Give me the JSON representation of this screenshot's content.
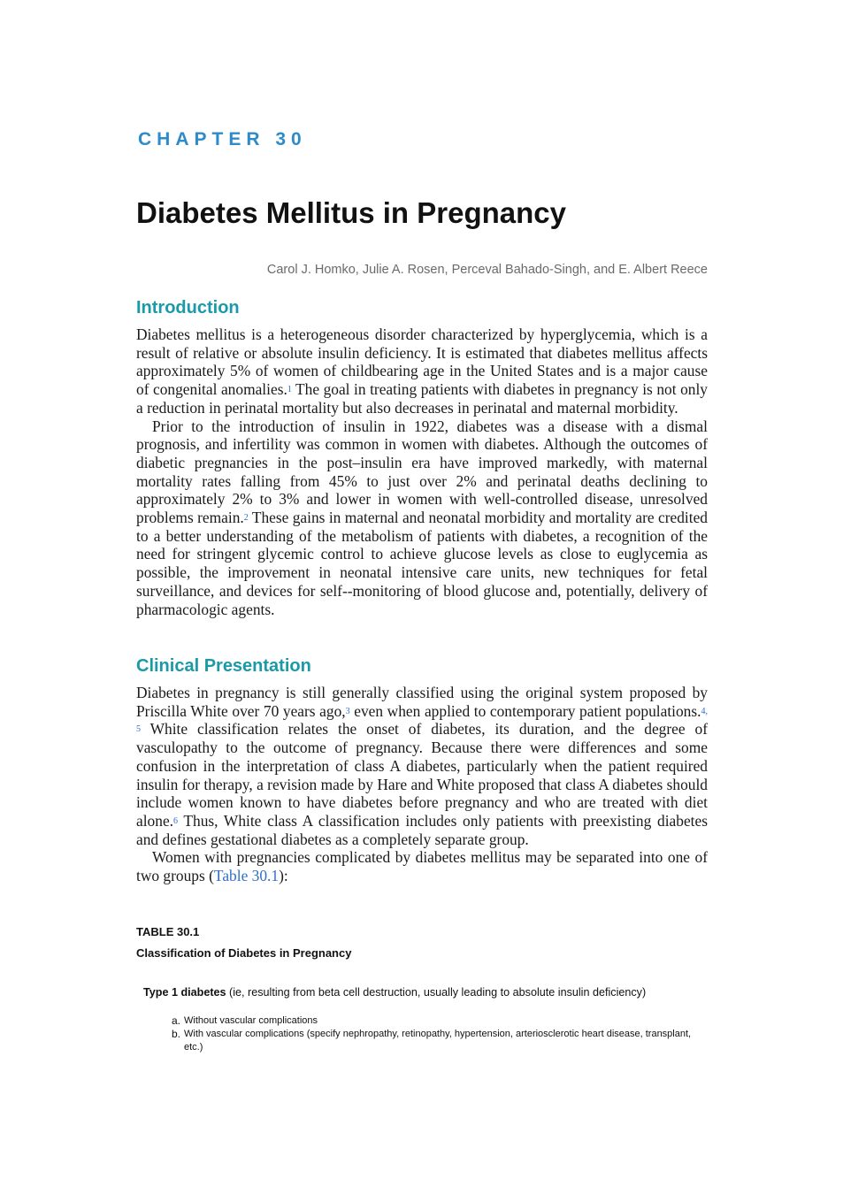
{
  "chapter": {
    "label": "CHAPTER 30",
    "title": "Diabetes Mellitus in Pregnancy",
    "authors": "Carol J. Homko, Julie A. Rosen, Perceval Bahado-Singh, and E. Albert Reece"
  },
  "introduction": {
    "heading": "Introduction",
    "p1": {
      "a": "Diabetes mellitus is a heterogeneous disorder characterized by hyperglycemia, which is a result of relative or absolute insulin deficiency. It is estimated that diabetes mellitus affects approximately 5% of women of childbearing age in the United States and is a major cause of congenital anomalies.",
      "ref1": "1",
      "b": " The goal in treating patients with diabetes in pregnancy is not only a reduction in perinatal mortality but also decreases in perinatal and maternal morbidity."
    },
    "p2": {
      "a": "Prior to the introduction of insulin in 1922, diabetes was a disease with a dismal prognosis, and infertility was common in women with diabetes. Although the outcomes of diabetic pregnancies in the post–insulin era have improved markedly, with maternal mortality rates falling from 45% to just over 2% and perinatal deaths declining to approximately 2% to 3% and lower in women with well-controlled disease, unresolved problems remain.",
      "ref1": "2",
      "b": " These gains in maternal and neonatal morbidity and mortality are credited to a better understanding of the metabolism of patients with diabetes, a recognition of the need for stringent glycemic control to achieve glucose levels as close to euglycemia as possible, the improvement in neonatal intensive care units, new techniques for fetal surveillance, and devices for self--monitoring of blood glucose and, potentially, delivery of pharmacologic agents."
    }
  },
  "clinical": {
    "heading": "Clinical Presentation",
    "p1": {
      "a": "Diabetes in pregnancy is still generally classified using the original system proposed by Priscilla White over 70 years ago,",
      "ref1": "3",
      "b": " even when applied to contemporary patient populations.",
      "ref2": "4, 5",
      "c": " White classification relates the onset of diabetes, its duration, and the degree of vasculopathy to the outcome of pregnancy. Because there were differences and some confusion in the interpretation of class A diabetes, particularly when the patient required insulin for therapy, a revision made by Hare and White proposed that class A diabetes should include women known to have diabetes before pregnancy and who are treated with diet alone.",
      "ref3": "6",
      "d": " Thus, White class A classification includes only patients with preexisting diabetes and defines gestational diabetes as a completely separate group."
    },
    "p2": {
      "a": "Women with pregnancies complicated by diabetes mellitus may be separated into one of two groups (",
      "link": "Table 30.1",
      "b": "):"
    }
  },
  "table": {
    "label": "TABLE 30.1",
    "caption": "Classification of Diabetes in Pregnancy",
    "type_bold": "Type 1 diabetes",
    "type_rest": " (ie, resulting from beta cell destruction, usually leading to absolute insulin deficiency)",
    "items": [
      {
        "marker": "a.",
        "text": "Without vascular complications"
      },
      {
        "marker": "b.",
        "text": "With vascular complications (specify nephropathy, retinopathy, hypertension, arteriosclerotic heart disease, transplant, etc.)"
      }
    ]
  }
}
